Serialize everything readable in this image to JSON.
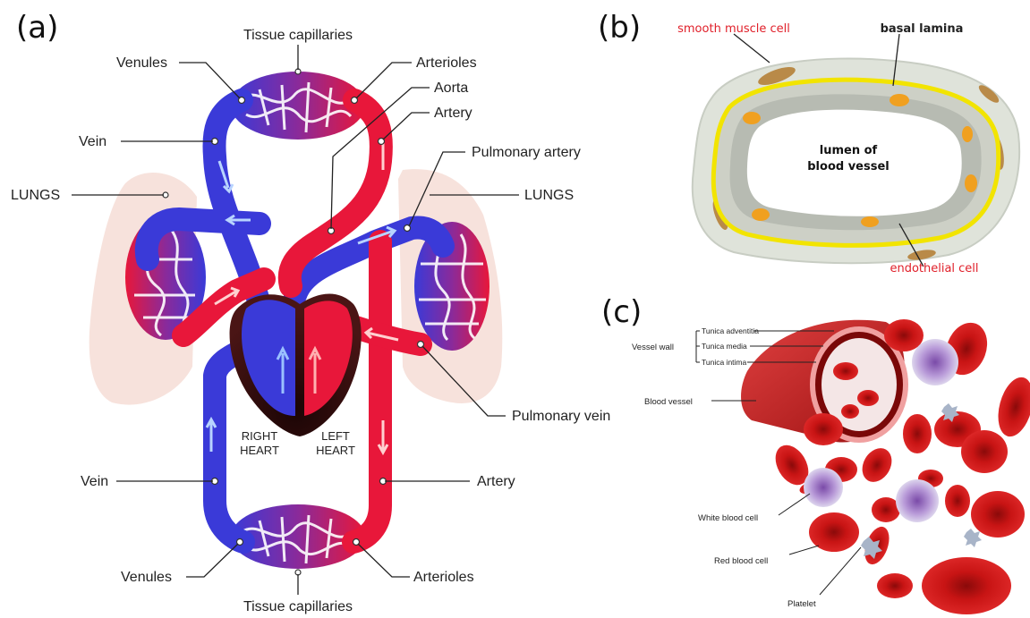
{
  "panels": {
    "a": {
      "tag": "(a)",
      "labels": {
        "tissue_capillaries_top": "Tissue capillaries",
        "venules_top": "Venules",
        "arterioles_top": "Arterioles",
        "aorta": "Aorta",
        "artery_top": "Artery",
        "vein_top": "Vein",
        "pulmonary_artery": "Pulmonary artery",
        "lungs_left": "LUNGS",
        "lungs_right": "LUNGS",
        "pulmonary_vein": "Pulmonary vein",
        "right_heart_1": "RIGHT",
        "right_heart_2": "HEART",
        "left_heart_1": "LEFT",
        "left_heart_2": "HEART",
        "vein_bottom": "Vein",
        "artery_bottom": "Artery",
        "venules_bottom": "Venules",
        "arterioles_bottom": "Arterioles",
        "tissue_capillaries_bottom": "Tissue capillaries"
      }
    },
    "b": {
      "tag": "(b)",
      "labels": {
        "smooth_muscle_cell": "smooth muscle cell",
        "basal_lamina": "basal lamina",
        "lumen_1": "lumen of",
        "lumen_2": "blood vessel",
        "endothelial_cell": "endothelial cell"
      }
    },
    "c": {
      "tag": "(c)",
      "labels": {
        "tunica_adventitia": "Tunica adventitia",
        "tunica_media": "Tunica media",
        "tunica_intima": "Tunica intima",
        "vessel_wall": "Vessel wall",
        "blood_vessel": "Blood vessel",
        "white_blood_cell": "White blood cell",
        "red_blood_cell": "Red blood cell",
        "platelet": "Platelet"
      }
    }
  },
  "colors": {
    "vein_blue": "#3a3ad8",
    "artery_red": "#e8173a",
    "capillary_purple": "#8a2a9a",
    "lung_pink": "#f6ddd6",
    "heart_dark": "#3a1010",
    "label_red": "#e0202a",
    "lamina_yellow": "#f2e400",
    "cell_orange": "#f0a020",
    "rbc_red": "#cc1010"
  }
}
